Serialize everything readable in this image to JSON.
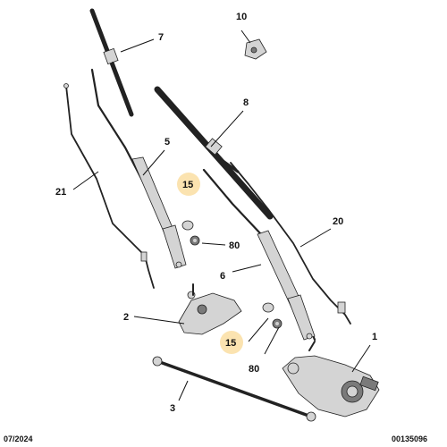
{
  "callouts": {
    "c1": "1",
    "c2": "2",
    "c3": "3",
    "c5": "5",
    "c6": "6",
    "c7": "7",
    "c8": "8",
    "c10": "10",
    "c15a": "15",
    "c15b": "15",
    "c20": "20",
    "c21": "21",
    "c80a": "80",
    "c80b": "80"
  },
  "footer": {
    "date": "07/2024",
    "ref": "00135096"
  },
  "colors": {
    "highlight": "#fbe3b0",
    "line": "#222222",
    "part": "#d4d4d4"
  }
}
